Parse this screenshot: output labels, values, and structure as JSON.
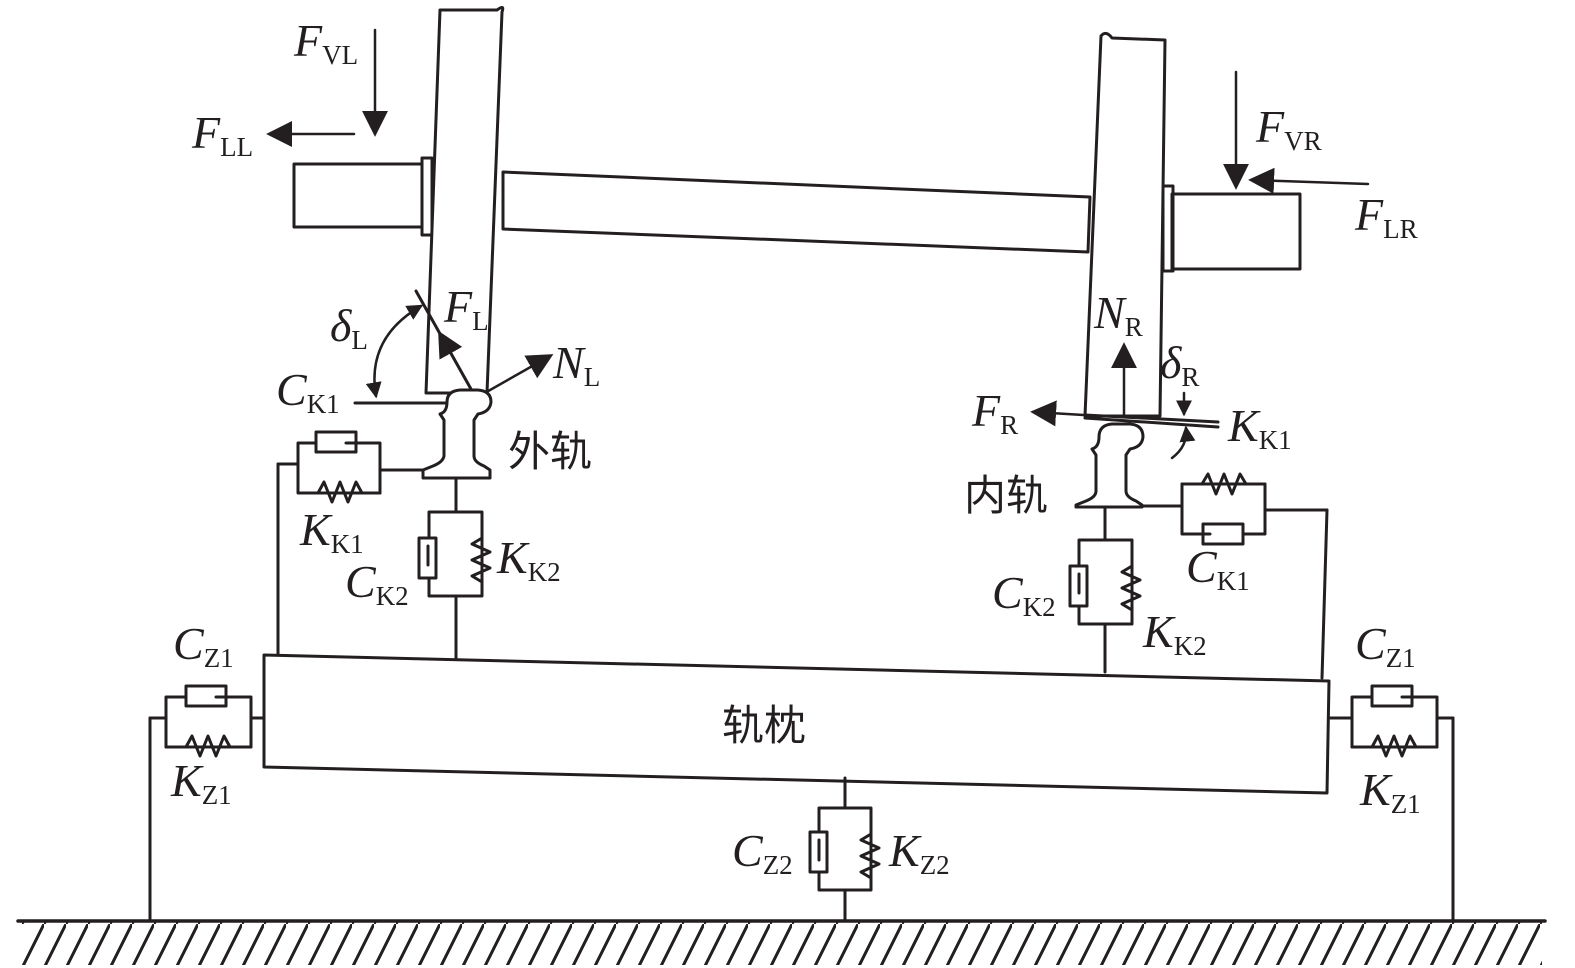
{
  "forces": {
    "vertical_left": {
      "symbol": "F",
      "subscript": "VL"
    },
    "lateral_left": {
      "symbol": "F",
      "subscript": "LL"
    },
    "vertical_right": {
      "symbol": "F",
      "subscript": "VR"
    },
    "lateral_right": {
      "symbol": "F",
      "subscript": "LR"
    },
    "friction_left": {
      "symbol": "F",
      "subscript": "L"
    },
    "normal_left": {
      "symbol": "N",
      "subscript": "L"
    },
    "normal_right": {
      "symbol": "N",
      "subscript": "R"
    },
    "friction_right": {
      "symbol": "F",
      "subscript": "R"
    }
  },
  "angles": {
    "left": {
      "symbol": "δ",
      "subscript": "L"
    },
    "right": {
      "symbol": "δ",
      "subscript": "R"
    }
  },
  "springs": {
    "ck1_left": {
      "symbol": "C",
      "subscript": "K1"
    },
    "kk1_left": {
      "symbol": "K",
      "subscript": "K1"
    },
    "ck2_left": {
      "symbol": "C",
      "subscript": "K2"
    },
    "kk2_left": {
      "symbol": "K",
      "subscript": "K2"
    },
    "kk1_right": {
      "symbol": "K",
      "subscript": "K1"
    },
    "ck1_right": {
      "symbol": "C",
      "subscript": "K1"
    },
    "ck2_right": {
      "symbol": "C",
      "subscript": "K2"
    },
    "kk2_right": {
      "symbol": "K",
      "subscript": "K2"
    },
    "cz1_left": {
      "symbol": "C",
      "subscript": "Z1"
    },
    "kz1_left": {
      "symbol": "K",
      "subscript": "Z1"
    },
    "cz1_right": {
      "symbol": "C",
      "subscript": "Z1"
    },
    "kz1_right": {
      "symbol": "K",
      "subscript": "Z1"
    },
    "cz2": {
      "symbol": "C",
      "subscript": "Z2"
    },
    "kz2": {
      "symbol": "K",
      "subscript": "Z2"
    }
  },
  "labels": {
    "outer_rail": "外轨",
    "inner_rail": "内轨",
    "sleeper": "轨枕"
  },
  "colors": {
    "line": "#231f20",
    "background": "#ffffff"
  }
}
